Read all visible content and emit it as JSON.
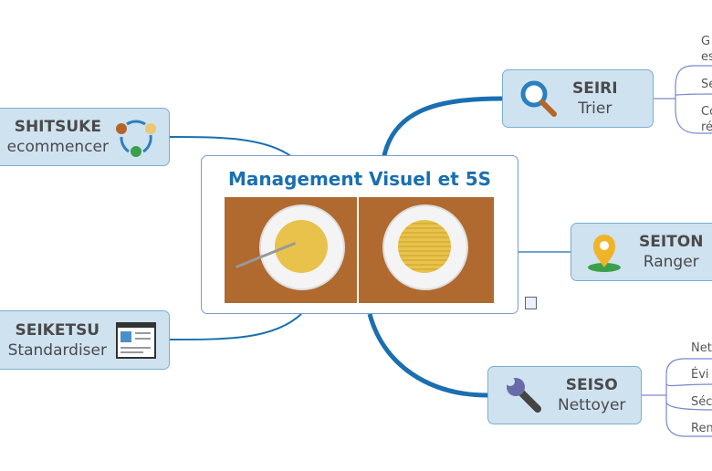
{
  "center": {
    "title": "Management Visuel et 5S"
  },
  "nodes": {
    "seiri": {
      "title": "SEIRI",
      "subtitle": "Trier"
    },
    "seiton": {
      "title": "SEITON",
      "subtitle": "Ranger"
    },
    "seiso": {
      "title": "SEISO",
      "subtitle": "Nettoyer"
    },
    "shitsuke": {
      "title": "SHITSUKE",
      "subtitle": "ecommencer"
    },
    "seiketsu": {
      "title": "SEIKETSU",
      "subtitle": "Standardiser"
    }
  },
  "seiri_subs": [
    "G",
    "es",
    "Se",
    "Co",
    "ré"
  ],
  "seiso_subs": [
    "Net",
    "Évi",
    "Séc",
    "Ren"
  ],
  "colors": {
    "branch": "#1a6fb0",
    "node_bg": "#cfe2f0",
    "title": "#1a6fb0"
  }
}
